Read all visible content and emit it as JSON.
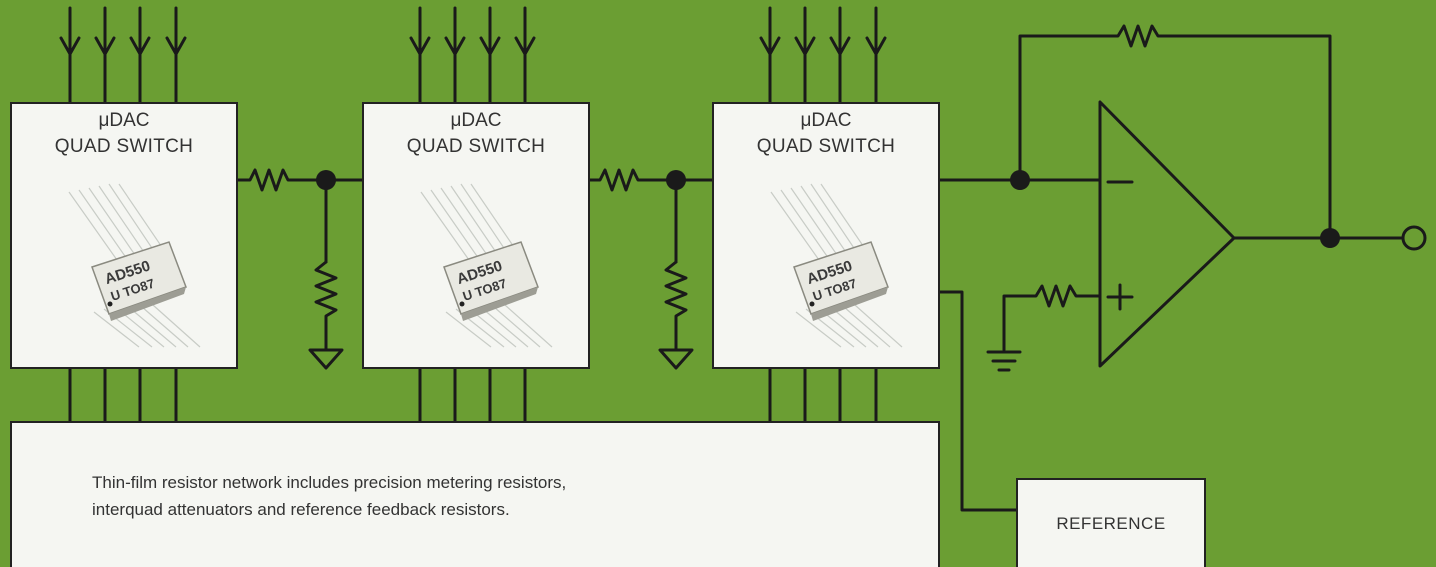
{
  "quad_switches": [
    {
      "title": "μDAC",
      "subtitle": "QUAD SWITCH",
      "chip_line1": "AD550",
      "chip_line2": "U TO87"
    },
    {
      "title": "μDAC",
      "subtitle": "QUAD SWITCH",
      "chip_line1": "AD550",
      "chip_line2": "U TO87"
    },
    {
      "title": "μDAC",
      "subtitle": "QUAD SWITCH",
      "chip_line1": "AD550",
      "chip_line2": "U TO87"
    }
  ],
  "resistor_network": {
    "line1": "Thin-film resistor network includes precision metering resistors,",
    "line2": "interquad attenuators and reference feedback resistors."
  },
  "reference_label": "REFERENCE",
  "opamp": {
    "minus_label": "−",
    "plus_label": "+"
  },
  "colors": {
    "background": "#6b9e33",
    "box_fill": "#f5f6f2",
    "line": "#1a1a1a"
  }
}
